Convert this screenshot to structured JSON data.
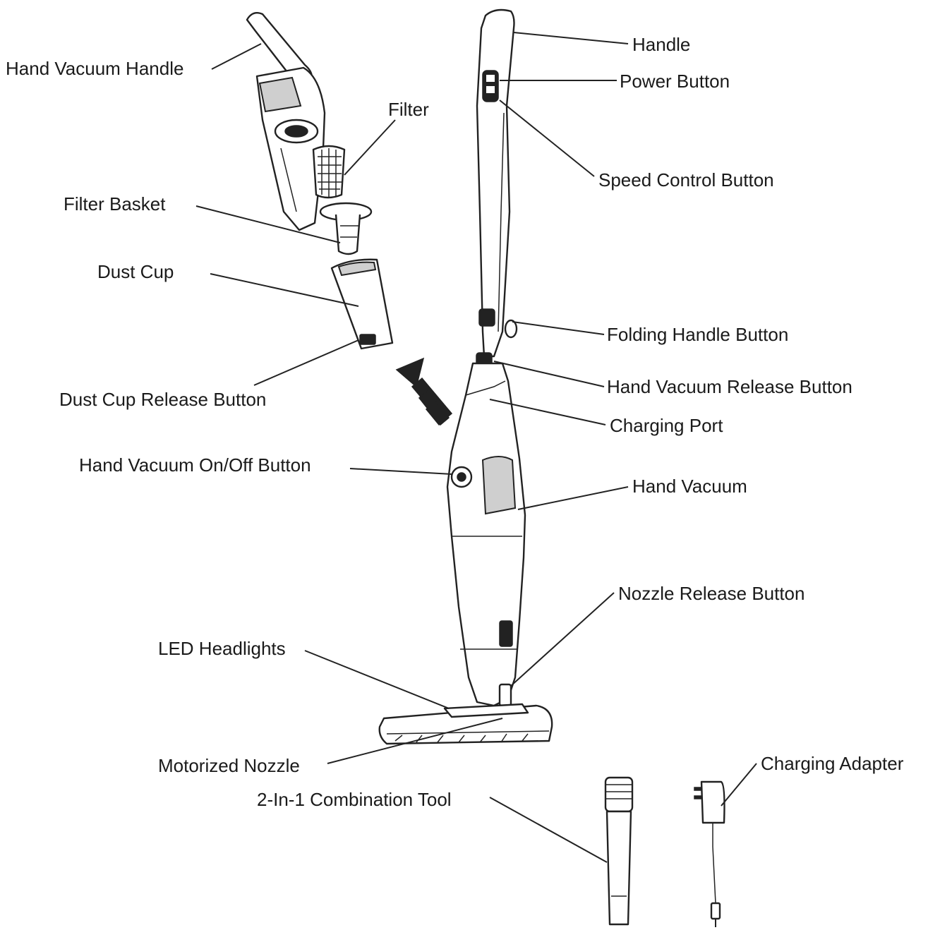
{
  "labels": {
    "handle": "Handle",
    "power_button": "Power Button",
    "speed_control_button": "Speed Control Button",
    "folding_handle_button": "Folding Handle Button",
    "hand_vacuum_release_button": "Hand Vacuum Release Button",
    "charging_port": "Charging Port",
    "hand_vacuum": "Hand Vacuum",
    "nozzle_release_button": "Nozzle Release Button",
    "hand_vacuum_handle": "Hand Vacuum Handle",
    "filter": "Filter",
    "filter_basket": "Filter Basket",
    "dust_cup": "Dust Cup",
    "dust_cup_release_button": "Dust Cup Release Button",
    "hand_vacuum_on_off_button": "Hand Vacuum On/Off Button",
    "led_headlights": "LED Headlights",
    "motorized_nozzle": "Motorized Nozzle",
    "combination_tool": "2-In-1 Combination Tool",
    "charging_adapter": "Charging Adapter"
  }
}
